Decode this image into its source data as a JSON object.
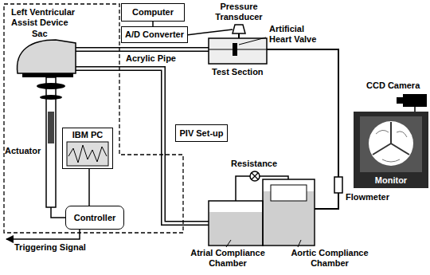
{
  "diagram": {
    "nodes": [
      {
        "text": [
          "Left Ventricular Assist Device"
        ]
      },
      {
        "text": [
          "Computer"
        ]
      },
      {
        "text": [
          "A/D Converter"
        ]
      },
      {
        "text": [
          "PIV Set-up"
        ]
      },
      {
        "text": [
          "Monitor"
        ]
      },
      {
        "text": [
          "IBM PC"
        ],
        "in": 0
      },
      {
        "text": [
          "Controller"
        ],
        "in": 0
      }
    ],
    "edges": [
      {
        "from": 1,
        "to": 2,
        "arrow": "none"
      },
      {
        "from": 5,
        "to": 6,
        "arrow": "none"
      }
    ],
    "labels": [
      "Pressure Transducer",
      "Artificial Heart Valve",
      "Sac",
      "Acrylic Pipe",
      "Test Section",
      "CCD Camera",
      "Actuator",
      "Resistance",
      "Flowmeter",
      "Triggering Signal",
      "Atrial Compliance Chamber",
      "Aortic Compliance Chamber"
    ]
  }
}
